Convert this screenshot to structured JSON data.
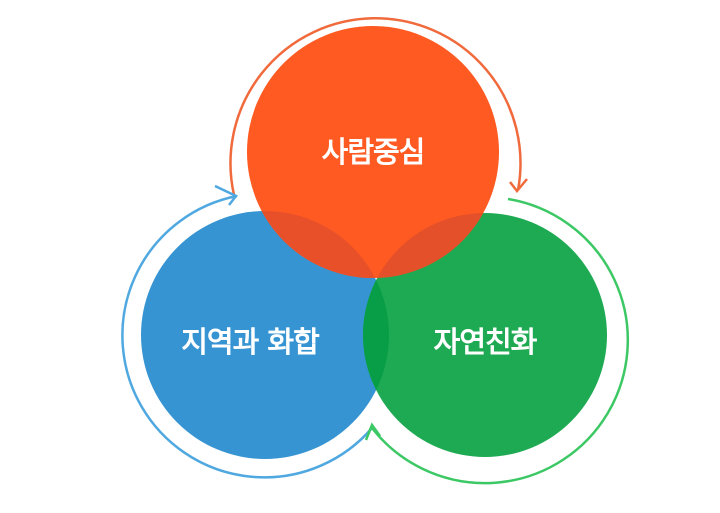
{
  "diagram": {
    "type": "venn-cycle",
    "circles": [
      {
        "label": "사람중심",
        "color": "#FF5A22",
        "arc_color": "#F06A3C"
      },
      {
        "label": "지역과 화합",
        "color": "#3794D3",
        "arc_color": "#4FA8E0"
      },
      {
        "label": "자연친화",
        "color": "#1EAA52",
        "arc_color": "#3CC864"
      }
    ],
    "overlap_colors": {
      "orange_blue": "#E8502A",
      "orange_green": "#E4502A",
      "blue_green": "#089E48"
    }
  }
}
